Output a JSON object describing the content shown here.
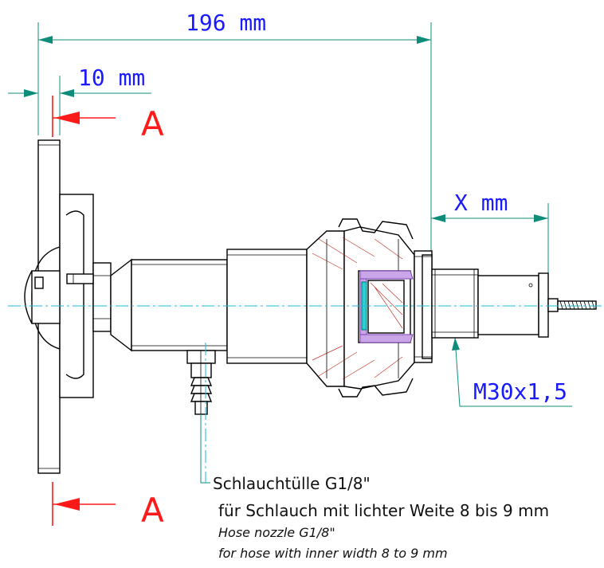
{
  "dimensions": {
    "overall": "196 mm",
    "flange": "10 mm",
    "extension": "X mm",
    "thread": "M30x1,5"
  },
  "section_marks": {
    "top": "A",
    "bottom": "A"
  },
  "note": {
    "line1": "Schlauchtülle G1/8\"",
    "line2": "für Schlauch mit lichter Weite 8 bis 9 mm",
    "line3": "Hose nozzle G1/8\"",
    "line4": "for hose with inner width 8 to 9 mm"
  },
  "colors": {
    "dimension_text": "#1a1aff",
    "section_marks": "#ff1a1a",
    "dimension_lines": "#0e8c7a",
    "centerline": "#18b8d8",
    "liner": "#c9a6e8",
    "window": "#2ad0d0"
  }
}
